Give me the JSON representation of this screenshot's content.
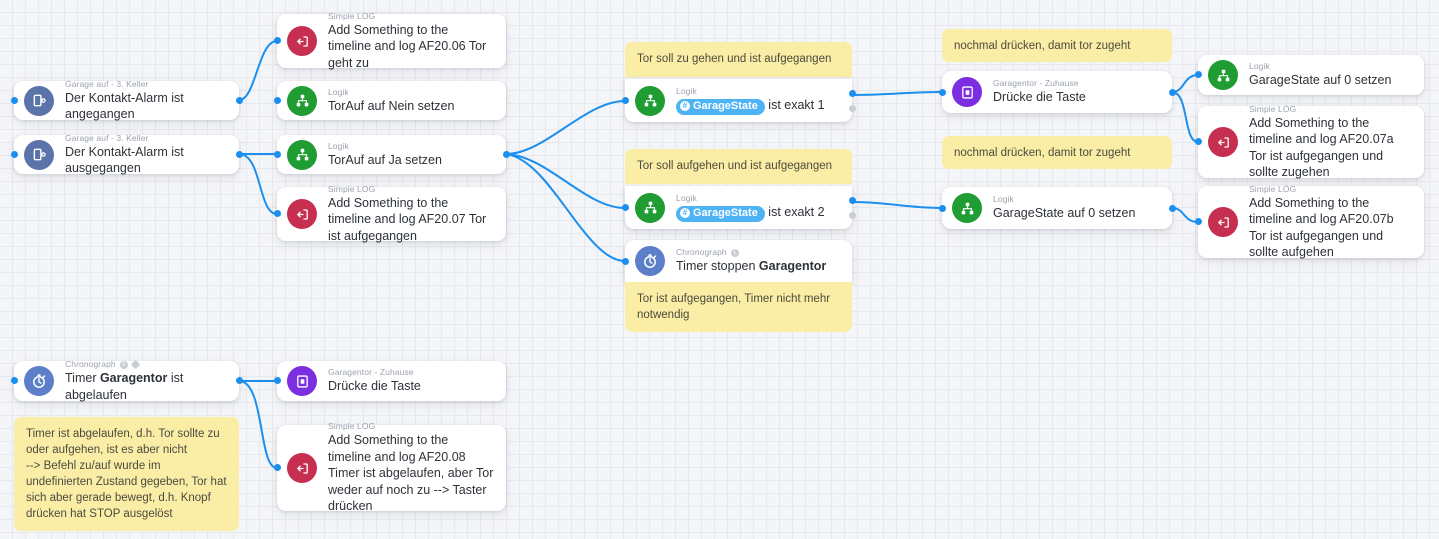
{
  "canvas": {
    "background": "#f4f5f8",
    "grid_color": "#e6e8ee",
    "edge_color": "#1b8ff0"
  },
  "colors": {
    "trigger_blue": "#5a73a8",
    "logic_green": "#1f9c32",
    "log_red": "#c72f51",
    "button_purple": "#7b2fe0",
    "timer_blue": "#5d7fc9",
    "chip_blue": "#4eb3f5",
    "note_yellow": "#faeea6"
  },
  "nodes": [
    {
      "id": "trigger-kontakt-an",
      "icon": "door-contact-icon",
      "kicker": "Garage auf - 3. Keller",
      "title": "Der Kontakt-Alarm ist angegangen"
    },
    {
      "id": "trigger-kontakt-aus",
      "icon": "door-contact-icon",
      "kicker": "Garage auf - 3. Keller",
      "title": "Der Kontakt-Alarm ist ausgegangen"
    },
    {
      "id": "log-af2006",
      "icon": "log-icon",
      "kicker": "Simple LOG",
      "title": "Add Something to the timeline and log AF20.06 Tor geht zu"
    },
    {
      "id": "logic-torauf-nein",
      "icon": "logic-icon",
      "kicker": "Logik",
      "title": "TorAuf auf Nein setzen"
    },
    {
      "id": "logic-torauf-ja",
      "icon": "logic-icon",
      "kicker": "Logik",
      "title": "TorAuf auf Ja setzen"
    },
    {
      "id": "log-af2007",
      "icon": "log-icon",
      "kicker": "Simple LOG",
      "title": "Add Something to the timeline and log AF20.07 Tor ist aufgegangen"
    },
    {
      "id": "cond-garagestate-1",
      "icon": "logic-icon",
      "kicker": "Logik",
      "chip": "GarageState",
      "chip_symbol": "#",
      "title_suffix": "ist exakt 1",
      "note_above": "Tor soll zu gehen und ist aufgegangen"
    },
    {
      "id": "cond-garagestate-2",
      "icon": "logic-icon",
      "kicker": "Logik",
      "chip": "GarageState",
      "chip_symbol": "#",
      "title_suffix": "ist exakt 2",
      "note_above": "Tor soll aufgehen und ist aufgegangen"
    },
    {
      "id": "timer-stop-garagentor",
      "icon": "stopwatch-icon",
      "kicker": "Chronograph",
      "kicker_badges": [
        "info"
      ],
      "title_plain": "Timer stoppen ",
      "title_bold": "Garagentor",
      "note_below": "Tor ist aufgegangen, Timer nicht mehr notwendig"
    },
    {
      "id": "press-button-top",
      "icon": "button-press-icon",
      "kicker": "Garagentor - Zuhause",
      "title": "Drücke die Taste",
      "note_above": "nochmal drücken, damit tor zugeht"
    },
    {
      "id": "logic-garagestate-0-mid",
      "icon": "logic-icon",
      "kicker": "Logik",
      "title": "GarageState auf 0 setzen",
      "note_above": "nochmal drücken, damit tor zugeht"
    },
    {
      "id": "logic-garagestate-0-right",
      "icon": "logic-icon",
      "kicker": "Logik",
      "title": "GarageState auf 0 setzen"
    },
    {
      "id": "log-af2007a",
      "icon": "log-icon",
      "kicker": "Simple LOG",
      "title": "Add Something to the timeline and log AF20.07a Tor ist aufgegangen und sollte zugehen"
    },
    {
      "id": "log-af2007b",
      "icon": "log-icon",
      "kicker": "Simple LOG",
      "title": "Add Something to the timeline and log AF20.07b Tor ist aufgegangen und sollte aufgehen"
    },
    {
      "id": "trigger-timer-abgelaufen",
      "icon": "stopwatch-icon",
      "kicker": "Chronograph",
      "kicker_badges": [
        "info",
        "tag"
      ],
      "title_plain": "Timer ",
      "title_bold": "Garagentor",
      "title_tail": " ist abgelaufen",
      "note_below": "Timer ist abgelaufen, d.h. Tor sollte zu oder aufgehen, ist es aber nicht\n--> Befehl zu/auf wurde im undefinierten Zustand gegeben, Tor hat sich aber gerade bewegt, d.h. Knopf drücken hat STOP ausgelöst"
    },
    {
      "id": "press-button-bottom",
      "icon": "button-press-icon",
      "kicker": "Garagentor - Zuhause",
      "title": "Drücke die Taste"
    },
    {
      "id": "log-af2008",
      "icon": "log-icon",
      "kicker": "Simple LOG",
      "title": "Add Something to the timeline and log AF20.08 Timer ist abgelaufen, aber Tor weder auf noch zu --> Taster drücken"
    }
  ]
}
